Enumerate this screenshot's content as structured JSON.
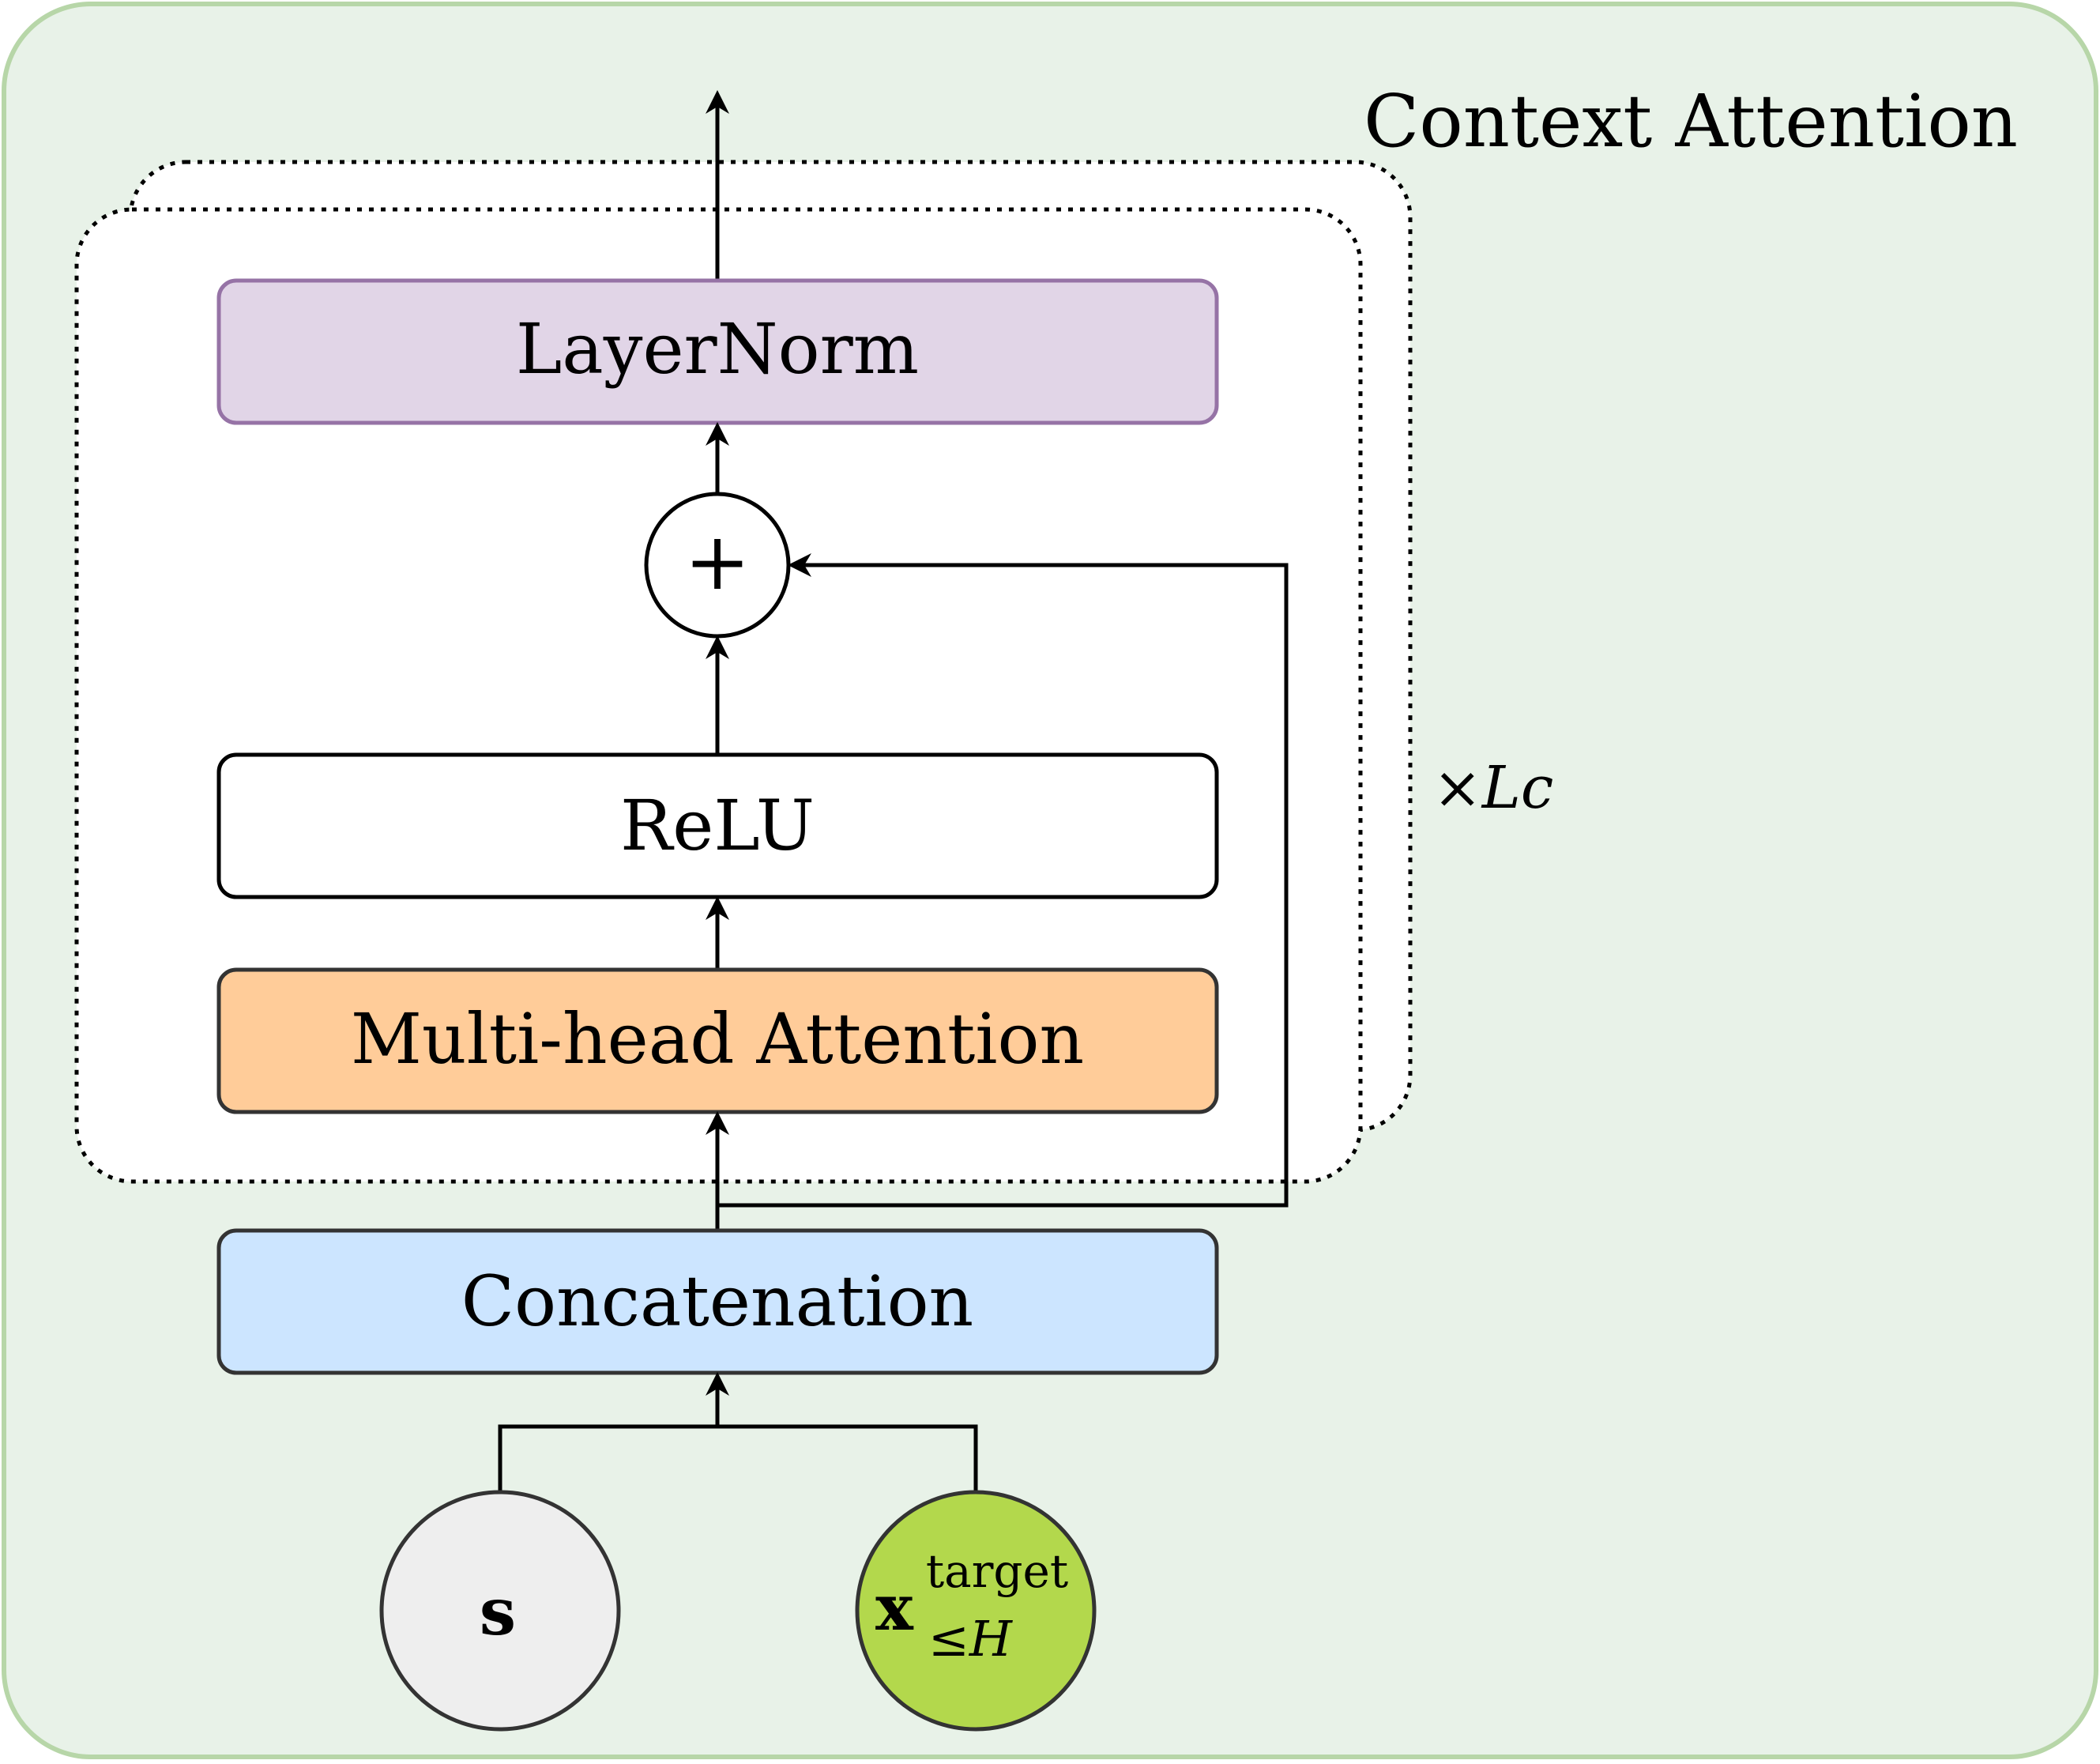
{
  "title": "Context Attention",
  "repeat_label": "×Lc",
  "blocks": {
    "layernorm": "LayerNorm",
    "plus": "+",
    "relu": "ReLU",
    "attention": "Multi-head Attention",
    "concat": "Concatenation"
  },
  "inputs": {
    "s": "s",
    "x_main": "x",
    "x_sup": "target",
    "x_sub": "≤H"
  },
  "colors": {
    "background": "#e8f2e8",
    "background_border": "#b7d6a8",
    "layernorm": "#e1d5e7",
    "layernorm_border": "#9673a6",
    "attention": "#ffcc99",
    "concat": "#cce5ff",
    "s_node": "#eeeeee",
    "x_node": "#b3d84c"
  }
}
